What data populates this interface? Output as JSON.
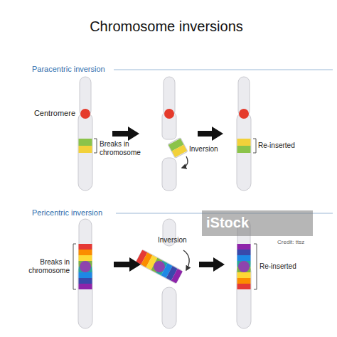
{
  "diagram": {
    "title": "Chromosome inversions",
    "labels": [
      "Paracentric inversion",
      "Centromere",
      "Breaks in chromosome",
      "Inversion",
      "Re-inserted",
      "Pericentric inversion",
      "Breaks in chromosome",
      "Inversion",
      "Re-inserted",
      "iStock",
      "Credit: ttsz"
    ]
  }
}
